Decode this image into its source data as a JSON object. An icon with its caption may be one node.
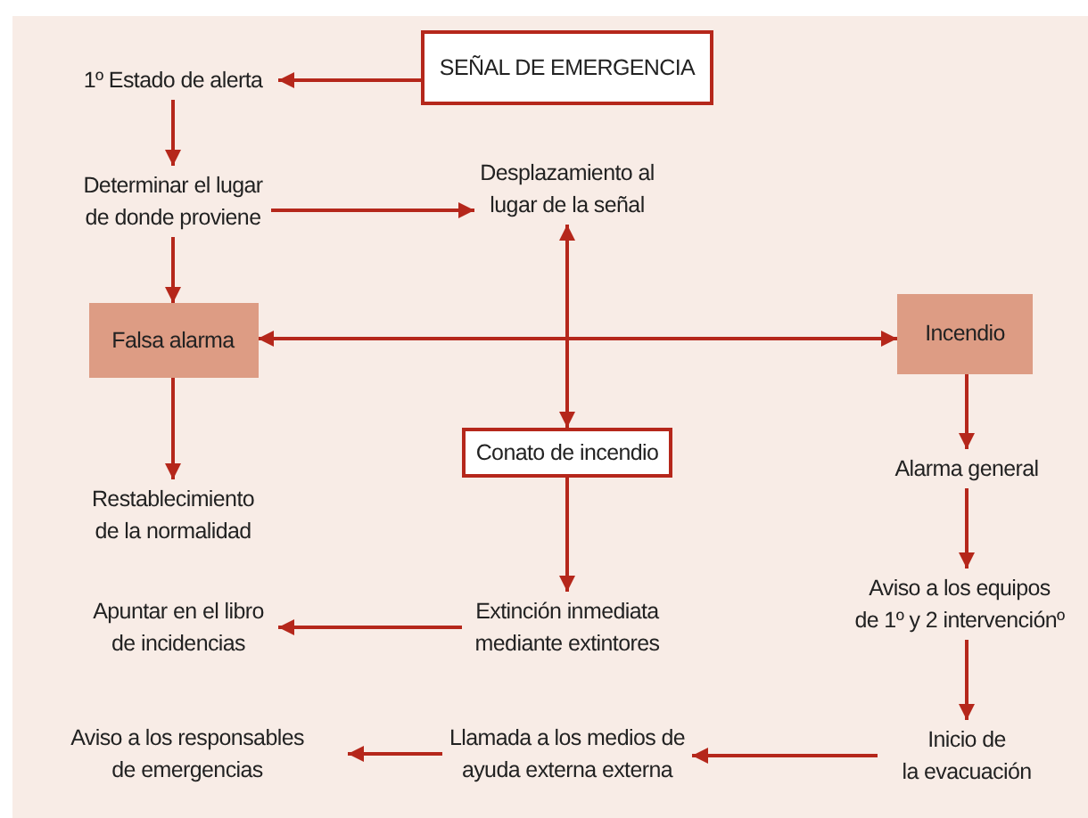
{
  "diagram": {
    "nodes": [
      {
        "text": [
          "SEÑAL DE EMERGENCIA"
        ]
      },
      {
        "text": [
          "1º Estado de alerta"
        ]
      },
      {
        "text": [
          "Determinar el lugar de donde proviene"
        ]
      },
      {
        "text": [
          "Desplazamiento al lugar de la señal"
        ]
      },
      {
        "text": [
          "Falsa alarma"
        ]
      },
      {
        "text": [
          "Incendio"
        ]
      },
      {
        "text": [
          "Conato de incendio"
        ]
      },
      {
        "text": [
          "Restablecimiento de la normalidad"
        ]
      },
      {
        "text": [
          "Alarma general"
        ]
      },
      {
        "text": [
          "Apuntar en el libro de incidencias"
        ]
      },
      {
        "text": [
          "Extinción inmediata mediante extintores"
        ]
      },
      {
        "text": [
          "Aviso a los equipos de 1º y 2 intervenciónº"
        ]
      },
      {
        "text": [
          "Aviso a los responsables de emergencias"
        ]
      },
      {
        "text": [
          "Llamada a los medios de ayuda externa externa"
        ]
      },
      {
        "text": [
          "Inicio de la evacuación"
        ]
      }
    ],
    "edges": [
      {
        "from": 0,
        "to": 1,
        "arrow": "to"
      },
      {
        "from": 1,
        "to": 2,
        "arrow": "to"
      },
      {
        "from": 2,
        "to": 3,
        "arrow": "to"
      },
      {
        "from": 2,
        "to": 4,
        "arrow": "to"
      },
      {
        "from": 4,
        "to": 5,
        "arrow": "both"
      },
      {
        "from": 3,
        "to": 6,
        "arrow": "both"
      },
      {
        "from": 4,
        "to": 7,
        "arrow": "to"
      },
      {
        "from": 5,
        "to": 8,
        "arrow": "to"
      },
      {
        "from": 6,
        "to": 10,
        "arrow": "to"
      },
      {
        "from": 10,
        "to": 9,
        "arrow": "to"
      },
      {
        "from": 8,
        "to": 11,
        "arrow": "to"
      },
      {
        "from": 11,
        "to": 14,
        "arrow": "to"
      },
      {
        "from": 14,
        "to": 13,
        "arrow": "to"
      },
      {
        "from": 13,
        "to": 12,
        "arrow": "to"
      }
    ]
  }
}
